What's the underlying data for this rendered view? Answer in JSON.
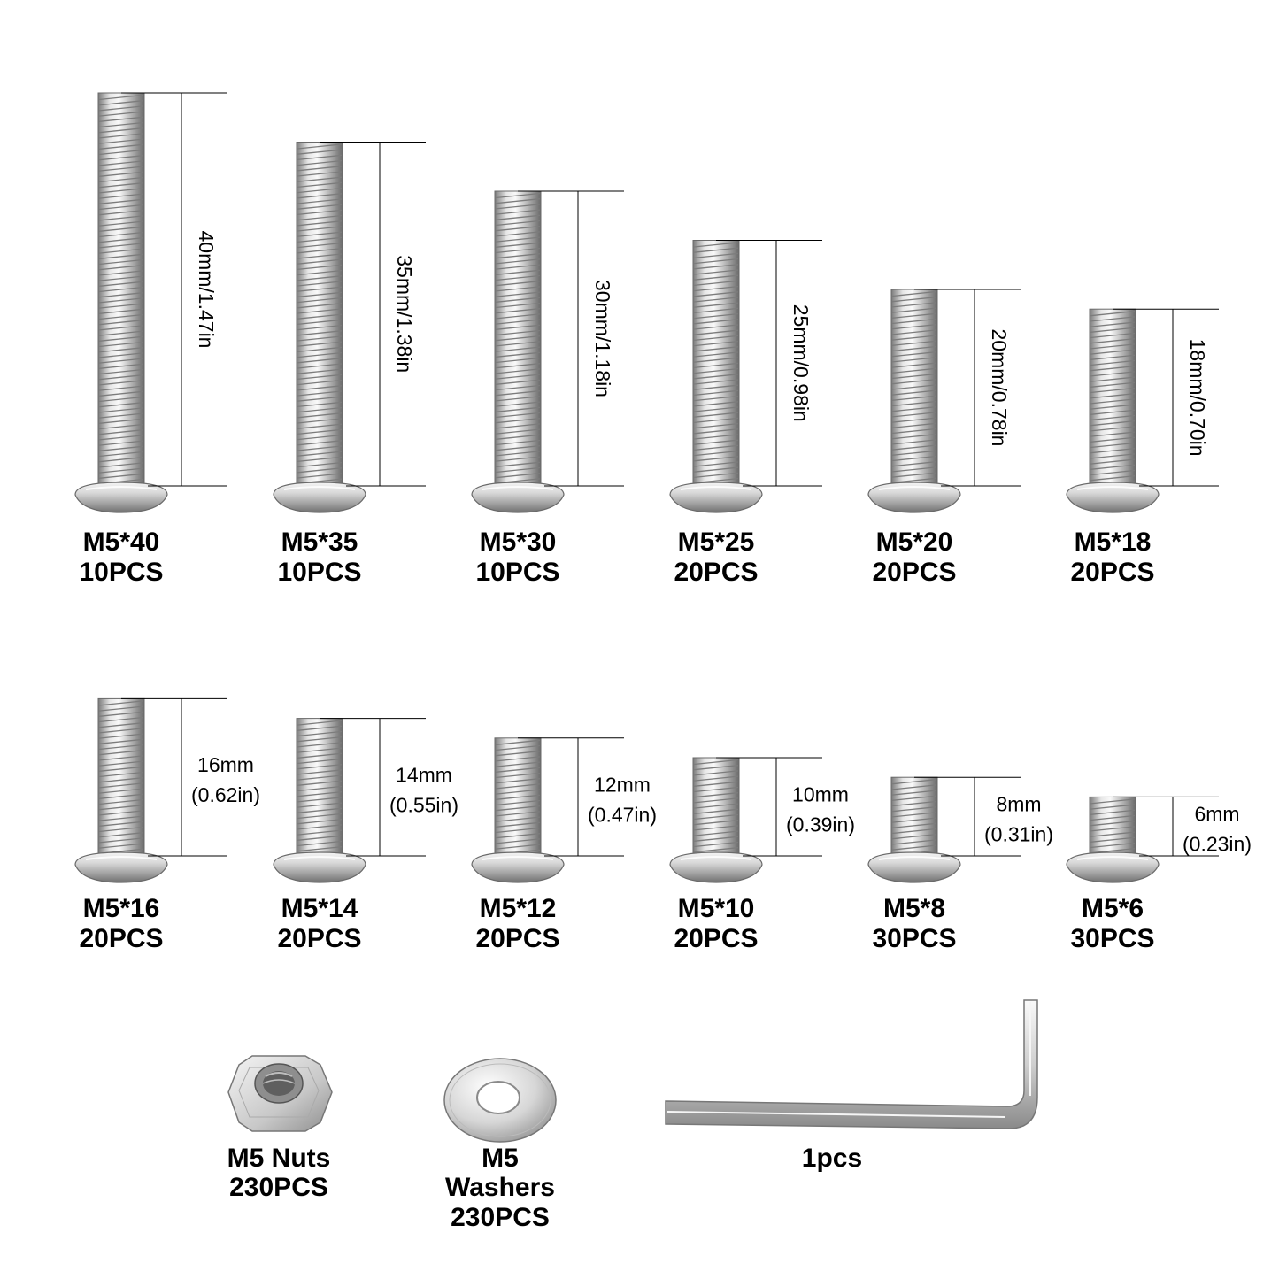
{
  "colors": {
    "background": "#ffffff",
    "metal_light": "#f2f2f2",
    "metal_mid": "#c4c4c4",
    "metal_dark": "#6e6e6e",
    "line": "#000000"
  },
  "screws_row1": [
    {
      "spec": "M5*40",
      "qty": "10PCS",
      "dimension": "40mm/1.47in",
      "length_mm": 40
    },
    {
      "spec": "M5*35",
      "qty": "10PCS",
      "dimension": "35mm/1.38in",
      "length_mm": 35
    },
    {
      "spec": "M5*30",
      "qty": "10PCS",
      "dimension": "30mm/1.18in",
      "length_mm": 30
    },
    {
      "spec": "M5*25",
      "qty": "20PCS",
      "dimension": "25mm/0.98in",
      "length_mm": 25
    },
    {
      "spec": "M5*20",
      "qty": "20PCS",
      "dimension": "20mm/0.78in",
      "length_mm": 20
    },
    {
      "spec": "M5*18",
      "qty": "20PCS",
      "dimension": "18mm/0.70in",
      "length_mm": 18
    }
  ],
  "screws_row2": [
    {
      "spec": "M5*16",
      "qty": "20PCS",
      "dim_mm": "16mm",
      "dim_in": "(0.62in)",
      "length_mm": 16
    },
    {
      "spec": "M5*14",
      "qty": "20PCS",
      "dim_mm": "14mm",
      "dim_in": "(0.55in)",
      "length_mm": 14
    },
    {
      "spec": "M5*12",
      "qty": "20PCS",
      "dim_mm": "12mm",
      "dim_in": "(0.47in)",
      "length_mm": 12
    },
    {
      "spec": "M5*10",
      "qty": "20PCS",
      "dim_mm": "10mm",
      "dim_in": "(0.39in)",
      "length_mm": 10
    },
    {
      "spec": "M5*8",
      "qty": "30PCS",
      "dim_mm": "8mm",
      "dim_in": "(0.31in)",
      "length_mm": 8
    },
    {
      "spec": "M5*6",
      "qty": "30PCS",
      "dim_mm": "6mm",
      "dim_in": "(0.23in)",
      "length_mm": 6
    }
  ],
  "nuts": {
    "line1": "M5 Nuts",
    "line2": "230PCS",
    "icon": "hex-nut-icon"
  },
  "washers": {
    "line1": "M5",
    "line2": "Washers",
    "line3": "230PCS",
    "icon": "flat-washer-icon"
  },
  "wrench": {
    "label": "1pcs",
    "icon": "hex-key-icon"
  }
}
